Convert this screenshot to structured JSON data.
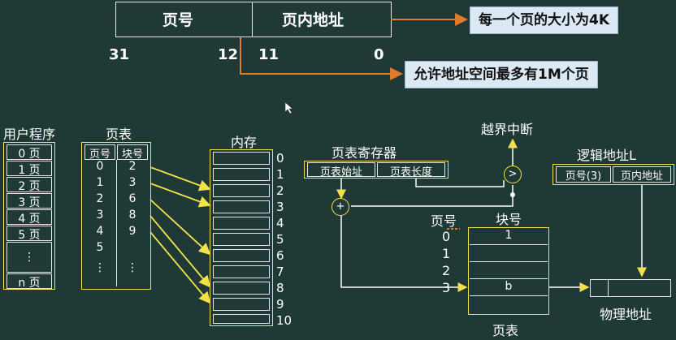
{
  "address": {
    "field_page_no": "页号",
    "field_offset": "页内地址",
    "bit_31": "31",
    "bit_12": "12",
    "bit_11": "11",
    "bit_0": "0",
    "callout_page_size": "每一个页的大小为4K",
    "callout_max_pages": "允许地址空间最多有1M个页"
  },
  "user_program": {
    "title": "用户程序",
    "pages": [
      "0 页",
      "1 页",
      "2 页",
      "3 页",
      "4 页",
      "5 页",
      "⋮",
      "n 页"
    ]
  },
  "page_table": {
    "title": "页表",
    "col_page": "页号",
    "col_block": "块号",
    "rows": [
      {
        "page": "0",
        "block": "2"
      },
      {
        "page": "1",
        "block": "3"
      },
      {
        "page": "2",
        "block": "6"
      },
      {
        "page": "3",
        "block": "8"
      },
      {
        "page": "4",
        "block": "9"
      },
      {
        "page": "5",
        "block": ""
      },
      {
        "page": "⋮",
        "block": "⋮"
      }
    ]
  },
  "memory": {
    "title": "内存",
    "blocks": [
      "0",
      "1",
      "2",
      "3",
      "4",
      "5",
      "6",
      "7",
      "8",
      "9",
      "10"
    ]
  },
  "translation": {
    "register_title": "页表寄存器",
    "register_start": "页表始址",
    "register_length": "页表长度",
    "interrupt": "越界中断",
    "compare_symbol": ">",
    "add_symbol": "+",
    "logical_address": "逻辑地址L",
    "la_page": "页号(3)",
    "la_offset": "页内地址",
    "pt_col_page": "页号",
    "pt_col_block": "块号",
    "pt_rows": [
      "0",
      "1",
      "2",
      "3"
    ],
    "pt_entries": [
      "1",
      "",
      "",
      "b"
    ],
    "pt_caption": "页表",
    "physical_address": "物理地址"
  }
}
